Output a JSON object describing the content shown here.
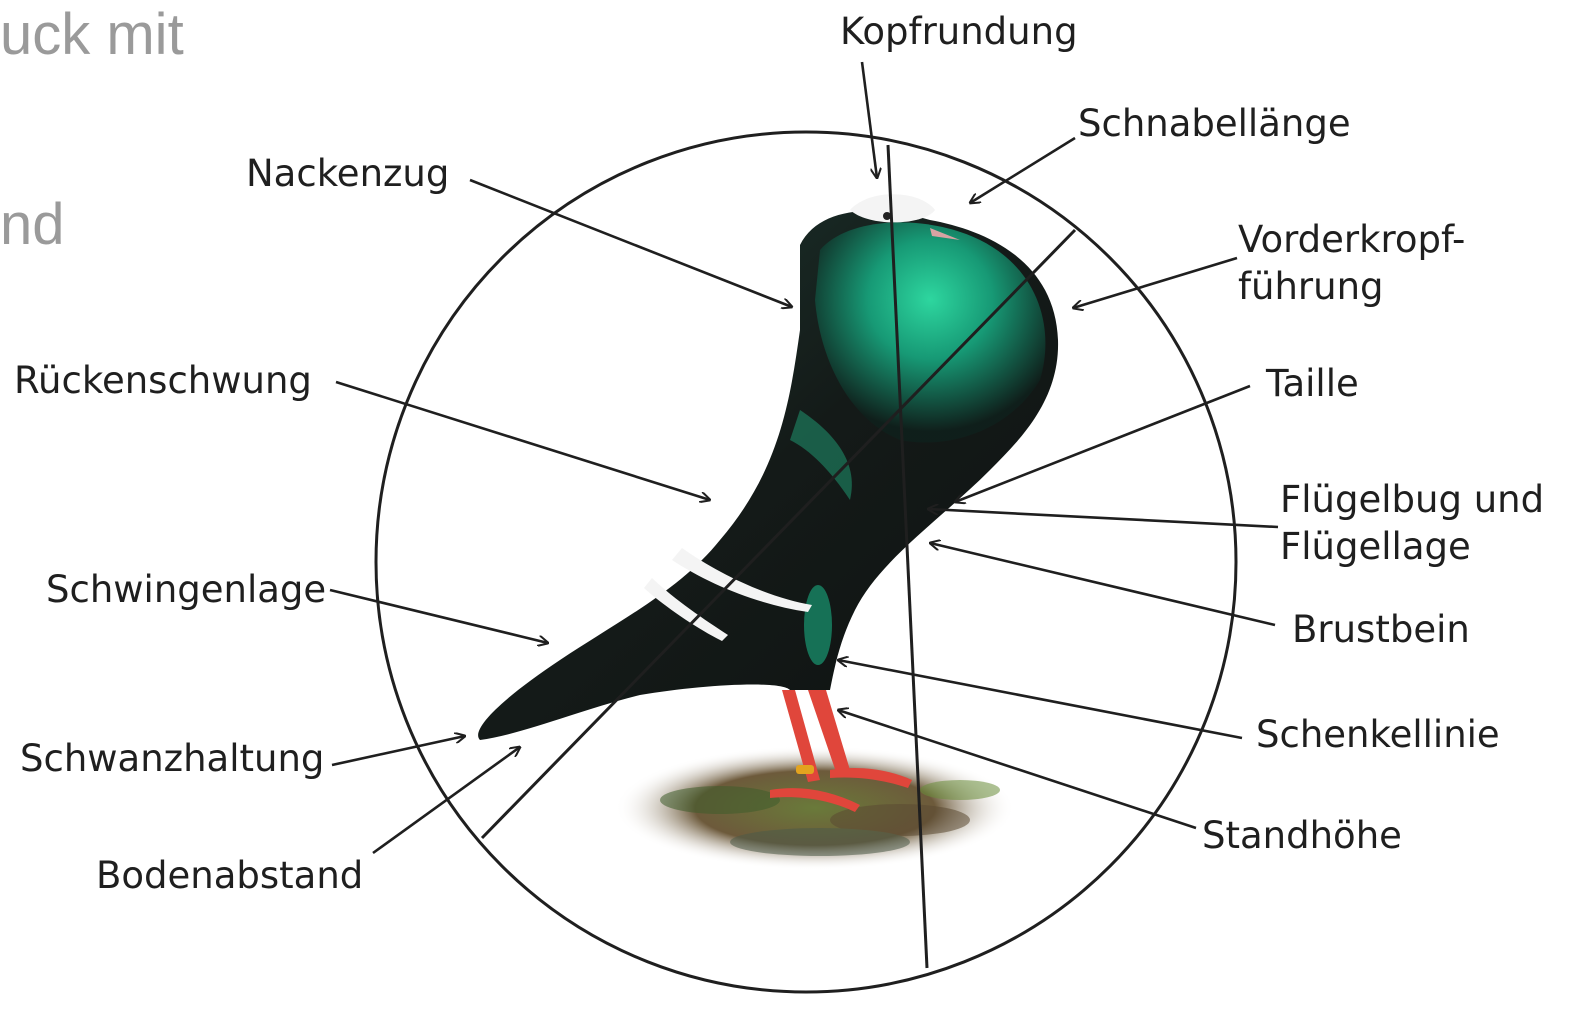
{
  "fragments": {
    "line1": "uck mit",
    "line2": "nd"
  },
  "labels": {
    "kopfrundung": "Kopfrundung",
    "schnabellaenge": "Schnabellänge",
    "nackenzug": "Nackenzug",
    "vorderkropf_1": "Vorderkropf-",
    "vorderkropf_2": "führung",
    "rueckenschwung": "Rückenschwung",
    "taille": "Taille",
    "fluegelbug_1": "Flügelbug und",
    "fluegelbug_2": "Flügellage",
    "schwingenlage": "Schwingenlage",
    "brustbein": "Brustbein",
    "schenkellinie": "Schenkellinie",
    "schwanzhaltung": "Schwanzhaltung",
    "standhoehe": "Standhöhe",
    "bodenabstand": "Bodenabstand"
  },
  "colors": {
    "plumage_dark": "#121a17",
    "plumage_sheen": "#1fb98a",
    "wing_bars": "#f4f4f4",
    "legs": "#e0463b",
    "leg_ring": "#e3a31f",
    "ink": "#1f1f1f"
  }
}
